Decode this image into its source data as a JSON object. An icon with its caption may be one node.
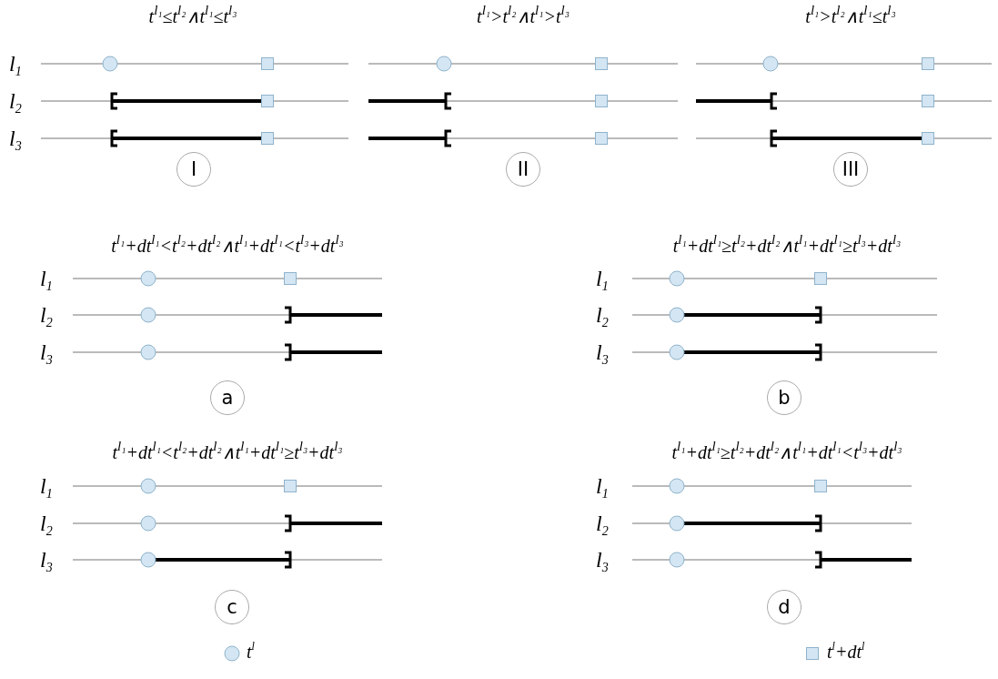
{
  "diagram": {
    "nodes": [
      {
        "text": [
          "I"
        ]
      },
      {
        "text": [
          "II"
        ]
      },
      {
        "text": [
          "III"
        ]
      },
      {
        "text": [
          "a"
        ]
      },
      {
        "text": [
          "b"
        ]
      },
      {
        "text": [
          "c"
        ]
      },
      {
        "text": [
          "d"
        ]
      }
    ],
    "labels": [
      "t$^{l₁}$≤t$^{l₂}$∧t$^{l₁}$≤t$^{l₃}$",
      "t$^{l₁}$>t$^{l₂}$∧t$^{l₁}$>t$^{l₃}$",
      "t$^{l₁}$>t$^{l₂}$∧t$^{l₁}$≤t$^{l₃}$",
      "l$_{1}$",
      "l$_{2}$",
      "l$_{3}$",
      "t$^{l₁}$+dt$^{l₁}$<t$^{l₂}$+dt$^{l₂}$∧t$^{l₁}$+dt$^{l₁}$<t$^{l₃}$+dt$^{l₃}$",
      "t$^{l₁}$+dt$^{l₁}$≥t$^{l₂}$+dt$^{l₂}$∧t$^{l₁}$+dt$^{l₁}$≥t$^{l₃}$+dt$^{l₃}$",
      "l$_{1}$",
      "l$_{2}$",
      "l$_{3}$",
      "l$_{1}$",
      "l$_{2}$",
      "l$_{3}$",
      "t$^{l₁}$+dt$^{l₁}$<t$^{l₂}$+dt$^{l₂}$∧t$^{l₁}$+dt$^{l₁}$≥t$^{l₃}$+dt$^{l₃}$",
      "t$^{l₁}$+dt$^{l₁}$≥t$^{l₂}$+dt$^{l₂}$∧t$^{l₁}$+dt$^{l₁}$<t$^{l₃}$+dt$^{l₃}$",
      "l$_{1}$",
      "l$_{2}$",
      "l$_{3}$",
      "l$_{1}$",
      "l$_{2}$",
      "l$_{3}$"
    ],
    "legend": [
      {
        "text": "t$^{l}$"
      },
      {
        "text": "t$^{l}$+dt$^{l}$"
      }
    ]
  }
}
